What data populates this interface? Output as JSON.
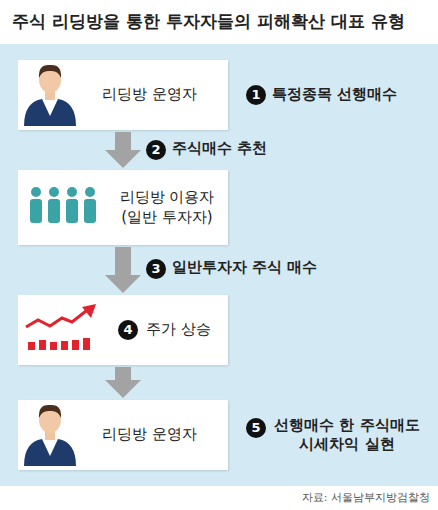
{
  "diagram": {
    "title": "주식 리딩방을 통한 투자자들의 피해확산 대표 유형",
    "caption": "자료: 서울남부지방검찰청",
    "nodes": [
      {
        "text": [
          "리딩방 운영자"
        ]
      },
      {
        "text": [
          "리딩방 이용자 (일반 투자자)"
        ]
      },
      {
        "text": [
          "주가 상승"
        ]
      },
      {
        "text": [
          "리딩방 운영자"
        ]
      }
    ],
    "edges": [
      {
        "from": 0,
        "to": 1,
        "arrow": "to",
        "label": "주식매수 추천"
      },
      {
        "from": 1,
        "to": 2,
        "arrow": "to",
        "label": "일반투자자 주식 매수"
      },
      {
        "from": 2,
        "to": 3,
        "arrow": "to"
      }
    ],
    "labels": [
      "1",
      "특정종목 선행매수",
      "2",
      "3",
      "4",
      "5",
      "선행매수 한 주식매도 시세차익 실현"
    ]
  }
}
